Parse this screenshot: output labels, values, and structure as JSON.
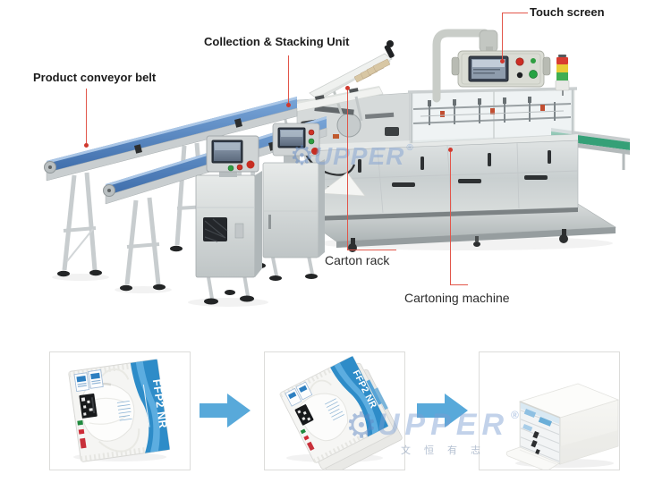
{
  "page": {
    "background": "#ffffff"
  },
  "annotations": {
    "product_conveyor": "Product conveyor belt",
    "collection_stacking": "Collection & Stacking Unit",
    "touch_screen": "Touch screen",
    "carton_rack": "Carton rack",
    "cartoning_machine": "Cartoning machine",
    "line_color": "#e2564a"
  },
  "watermark": {
    "brand": "UPPER",
    "reg": "®",
    "cn": "文恒有志",
    "color_hint": "#7a9ed1"
  },
  "process": {
    "arrow_color": "#58a9da",
    "steps": [
      {
        "name": "single-mask-pouch",
        "pack_label": "FFP2 NR"
      },
      {
        "name": "stacked-mask-pouches",
        "pack_label": "FFP2 NR"
      },
      {
        "name": "packed-carton-box",
        "pack_label": ""
      }
    ]
  },
  "machine": {
    "stack_light_colors": [
      "#d83c30",
      "#e8cc35",
      "#3fae52"
    ],
    "belt_blue": "#4d7fbe",
    "belt_green": "#35a077",
    "body_steel": "#c9cfd0"
  }
}
